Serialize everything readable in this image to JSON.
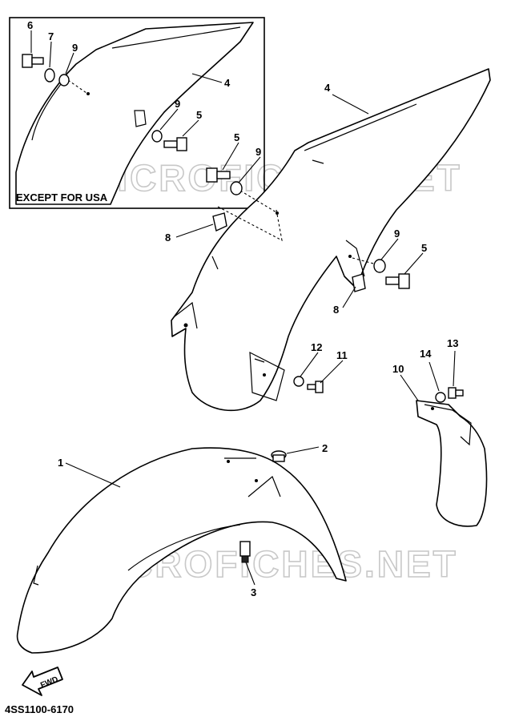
{
  "inset": {
    "caption": "EXCEPT FOR USA"
  },
  "watermark": {
    "text": "MICROFICHES.NET"
  },
  "arrow": {
    "label": "FWD"
  },
  "footer": {
    "code": "4SS1100-6170"
  },
  "callouts": {
    "c1": "1",
    "c2": "2",
    "c3": "3",
    "c4_inset": "4",
    "c4_main": "4",
    "c5_inset": "5",
    "c5_left": "5",
    "c5_right": "5",
    "c6": "6",
    "c7": "7",
    "c8_left": "8",
    "c8_right": "8",
    "c9_inset_top": "9",
    "c9_inset_mid": "9",
    "c9_left": "9",
    "c9_right": "9",
    "c10": "10",
    "c11": "11",
    "c12": "12",
    "c13": "13",
    "c14": "14"
  }
}
